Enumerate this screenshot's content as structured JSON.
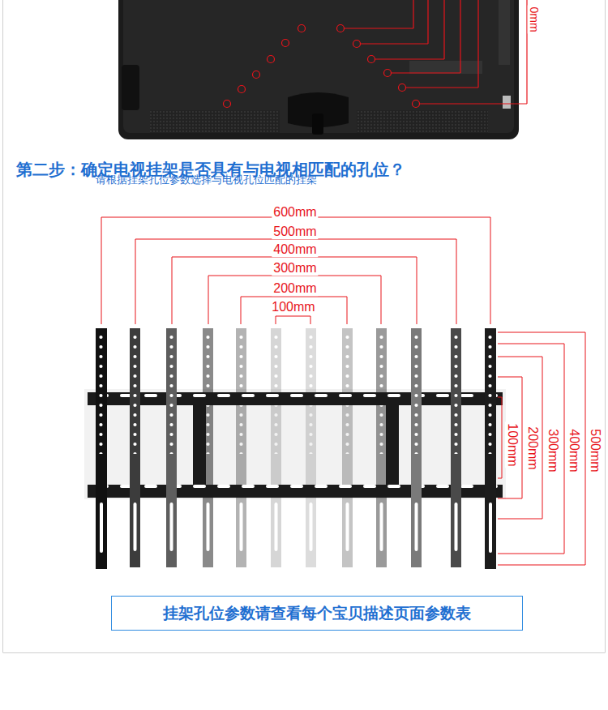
{
  "diagram": {
    "title": "第二步：确定电视挂架是否具有与电视相匹配的孔位？",
    "nodes": [
      {
        "text": [
          "挂架孔位参数请查看每个宝贝描述页面参数表"
        ]
      }
    ],
    "labels": [
      "0mm",
      "请根据挂架孔位参数选择与电视孔位匹配的挂架",
      "600mm",
      "500mm",
      "400mm",
      "300mm",
      "200mm",
      "100mm",
      "100mm",
      "200mm",
      "300mm",
      "400mm",
      "500mm"
    ]
  }
}
